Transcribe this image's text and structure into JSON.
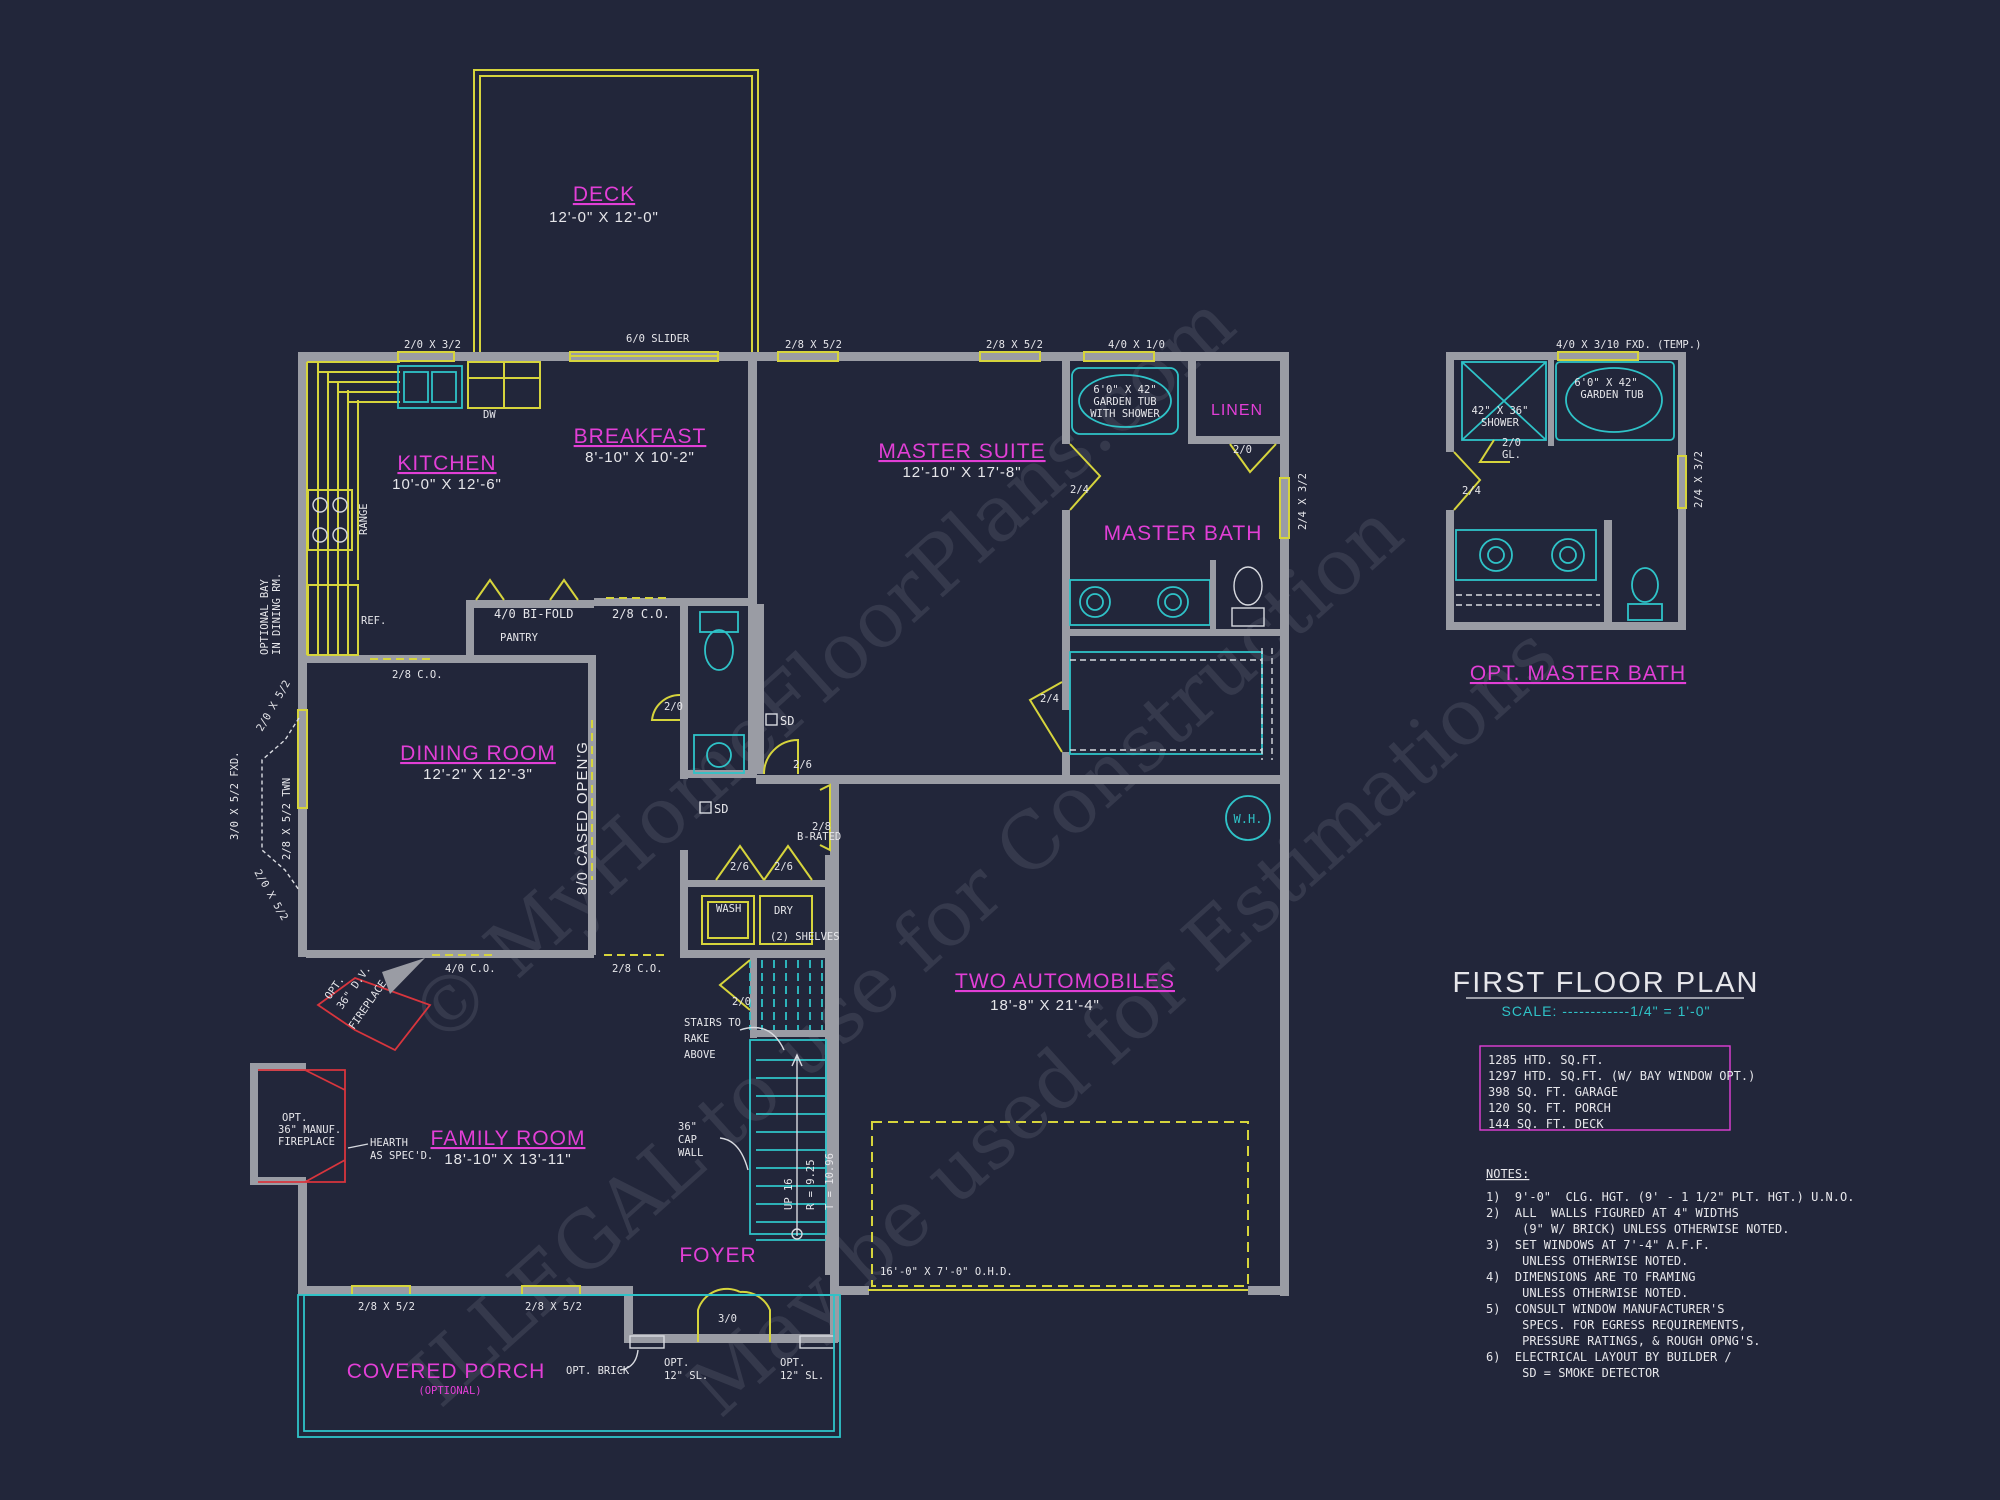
{
  "rooms": {
    "deck": {
      "name": "DECK",
      "dim": "12'-0\" X 12'-0\""
    },
    "kitchen": {
      "name": "KITCHEN",
      "dim": "10'-0\" X 12'-6\""
    },
    "breakfast": {
      "name": "BREAKFAST",
      "dim": "8'-10\" X 10'-2\""
    },
    "master_suite": {
      "name": "MASTER SUITE",
      "dim": "12'-10\" X 17'-8\""
    },
    "master_bath": {
      "name": "MASTER BATH"
    },
    "dining": {
      "name": "DINING ROOM",
      "dim": "12'-2\" X 12'-3\""
    },
    "family": {
      "name": "FAMILY ROOM",
      "dim": "18'-10\" X 13'-11\""
    },
    "foyer": {
      "name": "FOYER"
    },
    "garage": {
      "name": "TWO AUTOMOBILES",
      "dim": "18'-8\" X 21'-4\""
    },
    "porch": {
      "name": "COVERED PORCH",
      "sub": "(OPTIONAL)"
    },
    "opt_bath": {
      "name": "OPT. MASTER BATH"
    }
  },
  "labels": {
    "win_2_0x3_2": "2/0 X 3/2",
    "slider": "6/0 SLIDER",
    "win_2_8x5_2": "2/8 X 5/2",
    "win_4_0x1_0": "4/0 X 1/0",
    "win_2_4x3_2": "2/4 X 3/2",
    "win_opt_fxd": "4/0 X 3/10 FXD. (TEMP.)",
    "dw": "DW",
    "range": "RANGE",
    "ref": "REF.",
    "bifold": "4/0 BI-FOLD",
    "pantry": "PANTRY",
    "co_2_8": "2/8 C.O.",
    "co_4_0": "4/0 C.O.",
    "cased": "8/0 CASED OPEN'G",
    "linen": "LINEN",
    "garden_tub_1": "6'0\" X 42\"",
    "garden_tub_2": "GARDEN TUB",
    "garden_tub_3": "WITH SHOWER",
    "d_2_4": "2/4",
    "d_2_0": "2/0",
    "d_2_6": "2/6",
    "d_2_8": "2/8",
    "b_rated": "B-RATED",
    "d_3_0": "3/0",
    "sd": "SD",
    "wash": "WASH",
    "dry": "DRY",
    "shelves": "(2) SHELVES",
    "wh": "W.H.",
    "stairs_1": "STAIRS TO",
    "stairs_2": "RAKE",
    "stairs_3": "ABOVE",
    "cap_1": "36\"",
    "cap_2": "CAP",
    "cap_3": "WALL",
    "up": "UP 16",
    "risers": "R = 9.25",
    "treads": "T = 10.96",
    "ohd": "16'-0\" X 7'-0\" O.H.D.",
    "opt_brick": "OPT. BRICK",
    "opt_sl": "OPT.",
    "sl_12": "12\" SL.",
    "hearth_1": "HEARTH",
    "hearth_2": "AS SPEC'D.",
    "fp_manuf_1": "OPT.",
    "fp_manuf_2": "36\" MANUF.",
    "fp_manuf_3": "FIREPLACE",
    "fp_dv_1": "OPT.",
    "fp_dv_2": "36\" D.V.",
    "fp_dv_3": "FIREPLACE",
    "bay_1": "OPTIONAL BAY",
    "bay_2": "IN DINING RM.",
    "bay_win_1": "3/0 X 5/2 FXD.",
    "bay_win_2": "2/8 X 5/2 TWN",
    "bay_win_3": "2/0 X 5/2",
    "opt_tub_1": "6'0\" X 42\"",
    "opt_tub_2": "GARDEN TUB",
    "opt_shower_1": "42\" X 36\"",
    "opt_shower_2": "SHOWER",
    "opt_gl_1": "2/0",
    "opt_gl_2": "GL."
  },
  "plan_title": "FIRST FLOOR PLAN",
  "scale": "SCALE: ------------1/4\" = 1'-0\"",
  "area": [
    "1285 HTD. SQ.FT.",
    "1297 HTD. SQ.FT. (W/ BAY WINDOW OPT.)",
    "398 SQ. FT. GARAGE",
    "120 SQ. FT. PORCH",
    "144 SQ. FT. DECK"
  ],
  "notes_title": "NOTES:",
  "notes": [
    "1)  9'-0\"  CLG. HGT. (9' - 1 1/2\" PLT. HGT.) U.N.O.",
    "2)  ALL  WALLS FIGURED AT 4\" WIDTHS",
    "     (9\" W/ BRICK) UNLESS OTHERWISE NOTED.",
    "3)  SET WINDOWS AT 7'-4\" A.F.F.",
    "     UNLESS OTHERWISE NOTED.",
    "4)  DIMENSIONS ARE TO FRAMING",
    "     UNLESS OTHERWISE NOTED.",
    "5)  CONSULT WINDOW MANUFACTURER'S",
    "     SPECS. FOR EGRESS REQUIREMENTS,",
    "     PRESSURE RATINGS, & ROUGH OPNG'S.",
    "6)  ELECTRICAL LAYOUT BY BUILDER /",
    "     SD = SMOKE DETECTOR"
  ],
  "watermarks": [
    "© MyHomeFloorPlans.com",
    "ILLEGAL to use for Construction",
    "May be used for Estimations"
  ],
  "colors": {
    "background": "#22263a",
    "wall": "#9a9ca4",
    "room_label": "#e23fd6",
    "yellow": "#d6d43c",
    "cyan": "#2fc3c8",
    "red": "#d8353d"
  }
}
